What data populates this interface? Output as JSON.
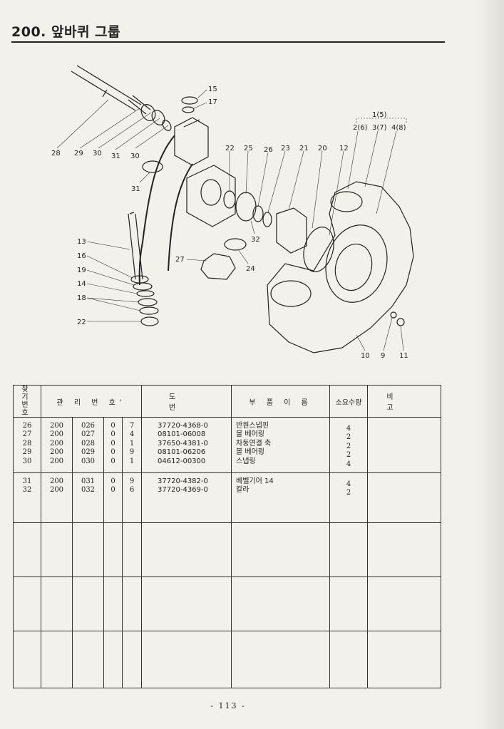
{
  "page": {
    "title": "200. 앞바퀴 그룹",
    "page_number": "- 113 -"
  },
  "diagram": {
    "callouts": {
      "c15": "15",
      "c17": "17",
      "c1_5": "1(5)",
      "c2_6": "2(6)",
      "c3_7": "3(7)",
      "c4_8": "4(8)",
      "c28": "28",
      "c29": "29",
      "c30a": "30",
      "c31a": "31",
      "c30b": "30",
      "c22a": "22",
      "c25": "25",
      "c26": "26",
      "c23": "23",
      "c21": "21",
      "c20": "20",
      "c12": "12",
      "c31b": "31",
      "c32": "32",
      "c13": "13",
      "c16": "16",
      "c19": "19",
      "c14": "14",
      "c18": "18",
      "c22b": "22",
      "c27": "27",
      "c24": "24",
      "c10": "10",
      "c9": "9",
      "c11": "11"
    }
  },
  "table": {
    "headers": {
      "ref_top": "찾 기",
      "ref_bottom": "번 호",
      "mgmt": "관 리 번 호'",
      "drawing": "도 번",
      "name": "부 품 이 름",
      "qty": "소요수량",
      "note": "비 고"
    },
    "group1": {
      "ref": [
        "26",
        "27",
        "28",
        "29",
        "30"
      ],
      "m1": [
        "200",
        "200",
        "200",
        "200",
        "200"
      ],
      "m2": [
        "026",
        "027",
        "028",
        "029",
        "030"
      ],
      "m3": [
        "0",
        "0",
        "0",
        "0",
        "0"
      ],
      "m4": [
        "7",
        "4",
        "1",
        "9",
        "1"
      ],
      "drawing": [
        "37720-4368-0",
        "08101-06008",
        "37650-4381-0",
        "08101-06206",
        "04612-00300"
      ],
      "name": [
        "반원스냅핀",
        "볼 베어링",
        "차동연결 축",
        "볼 베어링",
        "스냅링"
      ],
      "qty": [
        "4",
        "2",
        "2",
        "2",
        "4"
      ]
    },
    "group2": {
      "ref": [
        "31",
        "32"
      ],
      "m1": [
        "200",
        "200"
      ],
      "m2": [
        "031",
        "032"
      ],
      "m3": [
        "0",
        "0"
      ],
      "m4": [
        "9",
        "6"
      ],
      "drawing": [
        "37720-4382-0",
        "37720-4369-0"
      ],
      "name": [
        "베벨기어 14",
        "칼라"
      ],
      "qty": [
        "4",
        "2"
      ]
    }
  },
  "colors": {
    "ink": "#222222",
    "paper": "#f3f1ec"
  }
}
